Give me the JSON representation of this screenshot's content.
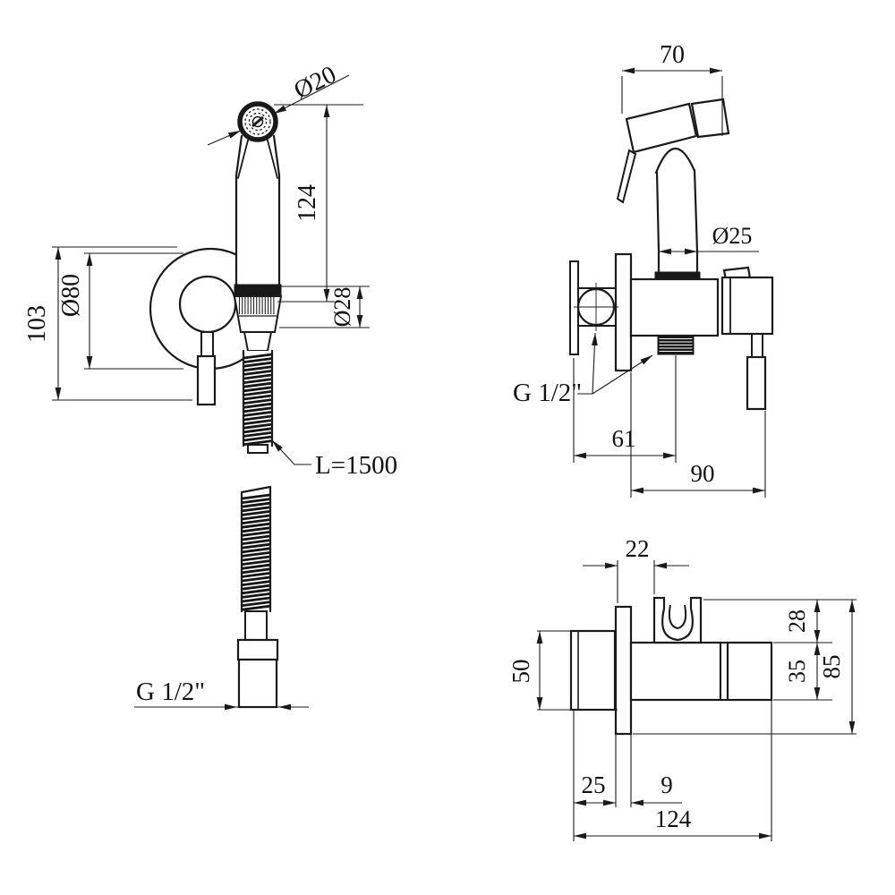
{
  "front_view": {
    "nozzle_diameter_label": "Ø20",
    "height_label": "124",
    "holder_diameter_label": "Ø28",
    "plate_diameter_label": "Ø80",
    "plate_height_label": "103",
    "hose_length_label": "L=1500",
    "thread_label": "G 1/2\""
  },
  "side_view": {
    "head_width_label": "70",
    "handle_diameter_label": "Ø25",
    "thread_label": "G 1/2\"",
    "inlet_offset_label": "61",
    "depth_label": "90"
  },
  "top_view": {
    "clip_offset_label": "22",
    "clip_depth_label": "28",
    "body_depth_label": "35",
    "total_depth_label": "85",
    "inlet_width_label": "50",
    "inlet_length_label": "25",
    "plate_thickness_label": "9",
    "total_width_label": "124"
  },
  "colors": {
    "line": "#1a1a1a",
    "background": "#ffffff"
  }
}
